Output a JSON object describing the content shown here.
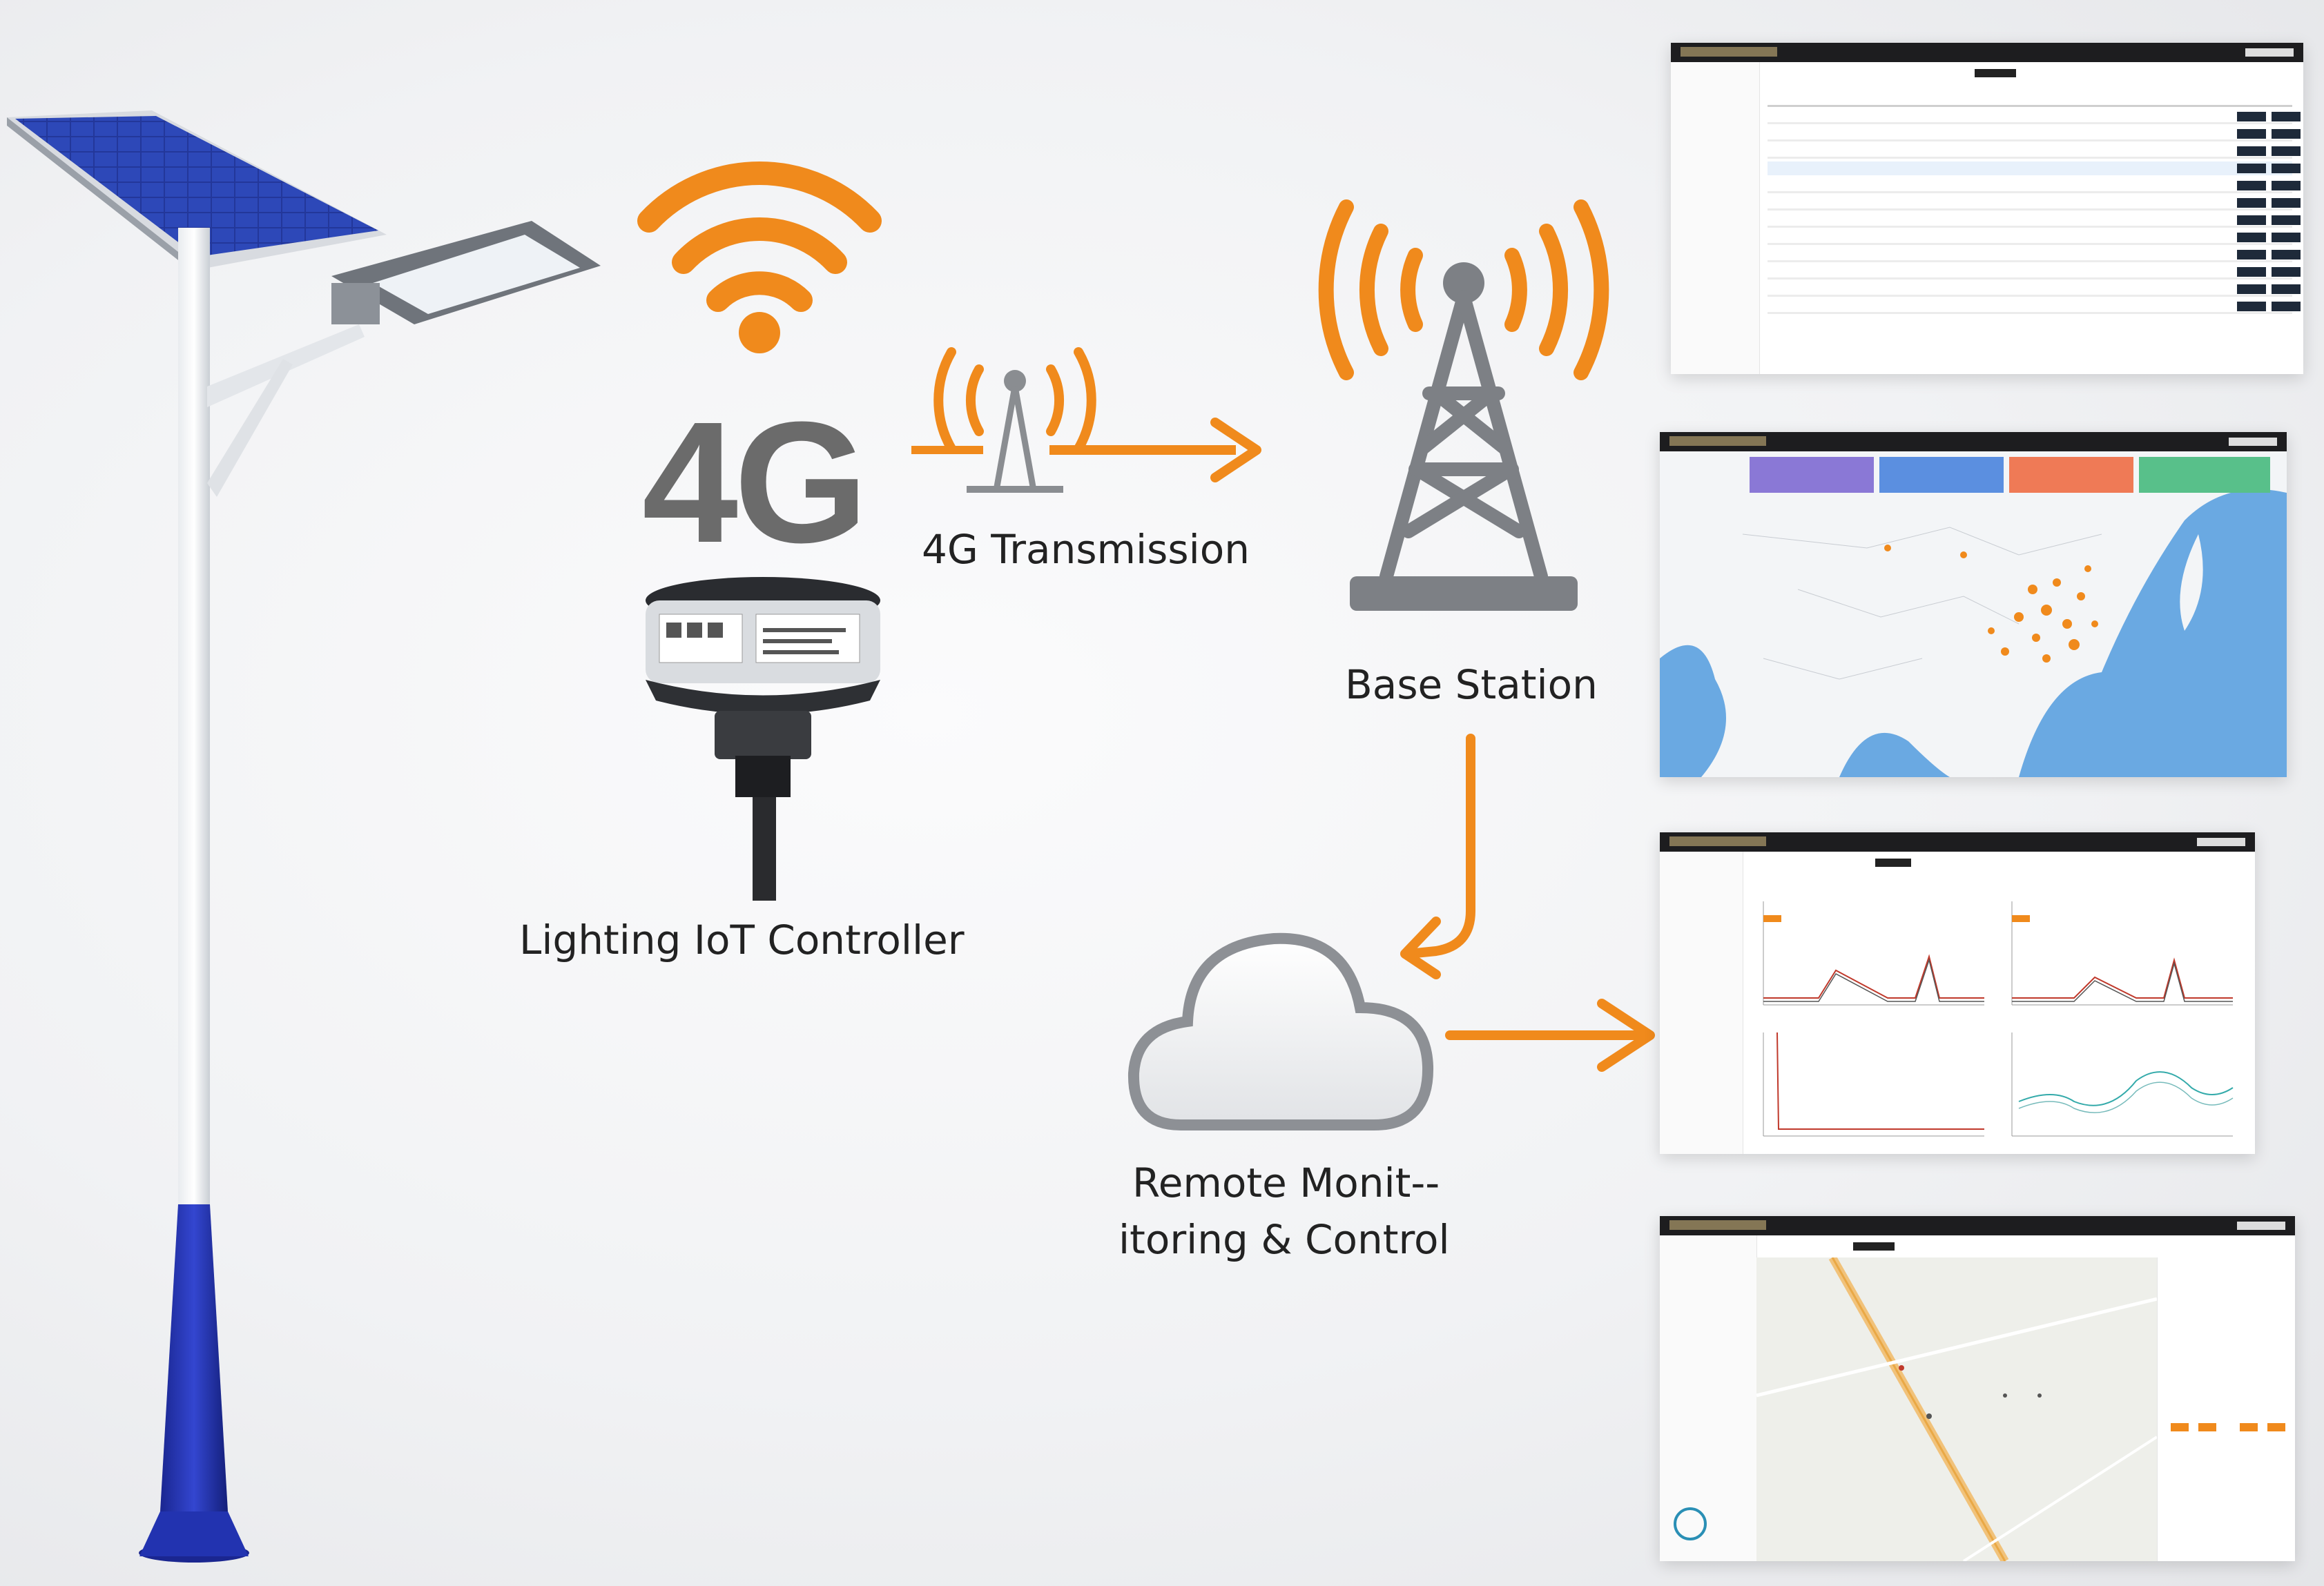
{
  "diagram": {
    "wifi_label": "4G",
    "transmission_label": "4G Transmission",
    "base_station_label": "Base Station",
    "controller_label": "Lighting IoT Controller",
    "cloud_label_line1": "Remote Monit--",
    "cloud_label_line2": "itoring & Control"
  },
  "colors": {
    "accent": "#f08a1c",
    "icon_gray": "#6b6b6b",
    "pole_blue": "#1f2fa8",
    "dashboard_dark": "#1d1d1f"
  },
  "icons": [
    "wifi-icon",
    "antenna-icon",
    "tower-icon",
    "cloud-icon",
    "arrow-icon",
    "solar-panel-icon",
    "street-lamp-icon",
    "controller-device-icon"
  ]
}
